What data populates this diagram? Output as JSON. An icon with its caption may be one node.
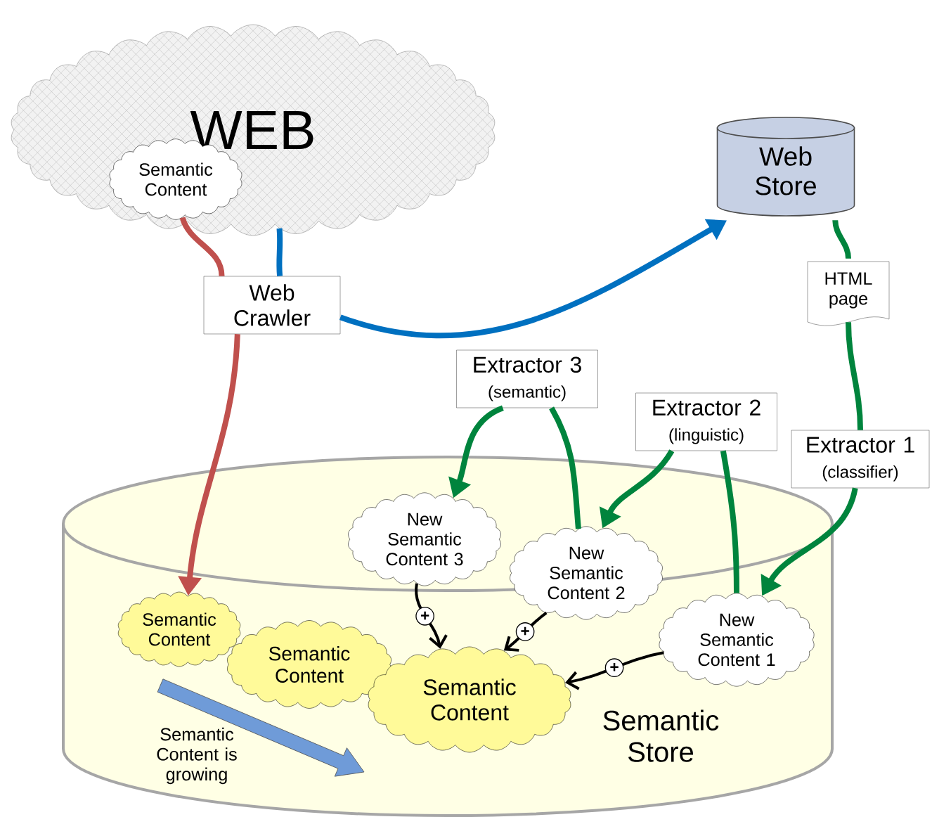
{
  "diagram": {
    "nodes": [
      {
        "text": [
          "WEB"
        ]
      },
      {
        "text": [
          "Semantic Content"
        ],
        "in": 0
      },
      {
        "text": [
          "Web Store"
        ]
      },
      {
        "text": [
          "Web Crawler"
        ]
      },
      {
        "text": [
          "HTML page"
        ]
      },
      {
        "text": [
          "Semantic Store"
        ]
      },
      {
        "text": [
          "Extractor 3",
          "(semantic)"
        ]
      },
      {
        "text": [
          "Extractor 2",
          "(linguistic)"
        ]
      },
      {
        "text": [
          "Extractor 1",
          "(classifier)"
        ]
      },
      {
        "text": [
          "New Semantic Content 3"
        ],
        "in": 5
      },
      {
        "text": [
          "New Semantic Content 2"
        ],
        "in": 5
      },
      {
        "text": [
          "New Semantic Content 1"
        ],
        "in": 5
      },
      {
        "text": [
          "Semantic Content"
        ],
        "in": 5
      },
      {
        "text": [
          "Semantic Content"
        ],
        "in": 5
      },
      {
        "text": [
          "Semantic Content"
        ],
        "in": 5
      }
    ],
    "edges": [
      {
        "from": 1,
        "to": 3,
        "arrow": "none",
        "color": "#c0504d"
      },
      {
        "from": 3,
        "to": 12,
        "arrow": "to",
        "color": "#c0504d"
      },
      {
        "from": 0,
        "to": 3,
        "arrow": "none",
        "color": "#0070c0"
      },
      {
        "from": 3,
        "to": 2,
        "arrow": "to",
        "color": "#0070c0"
      },
      {
        "from": 2,
        "to": 4,
        "arrow": "none",
        "color": "#00843d"
      },
      {
        "from": 4,
        "to": 8,
        "arrow": "none",
        "color": "#00843d"
      },
      {
        "from": 8,
        "to": 11,
        "arrow": "to",
        "color": "#00843d"
      },
      {
        "from": 11,
        "to": 7,
        "arrow": "none",
        "color": "#00843d"
      },
      {
        "from": 7,
        "to": 10,
        "arrow": "to",
        "color": "#00843d"
      },
      {
        "from": 10,
        "to": 6,
        "arrow": "none",
        "color": "#00843d"
      },
      {
        "from": 6,
        "to": 9,
        "arrow": "to",
        "color": "#00843d"
      },
      {
        "from": 9,
        "to": 14,
        "arrow": "to",
        "label": "+",
        "color": "#000000"
      },
      {
        "from": 10,
        "to": 14,
        "arrow": "to",
        "label": "+",
        "color": "#000000"
      },
      {
        "from": 11,
        "to": 14,
        "arrow": "to",
        "label": "+",
        "color": "#000000"
      }
    ],
    "labels": [
      "Semantic Content is growing"
    ]
  }
}
